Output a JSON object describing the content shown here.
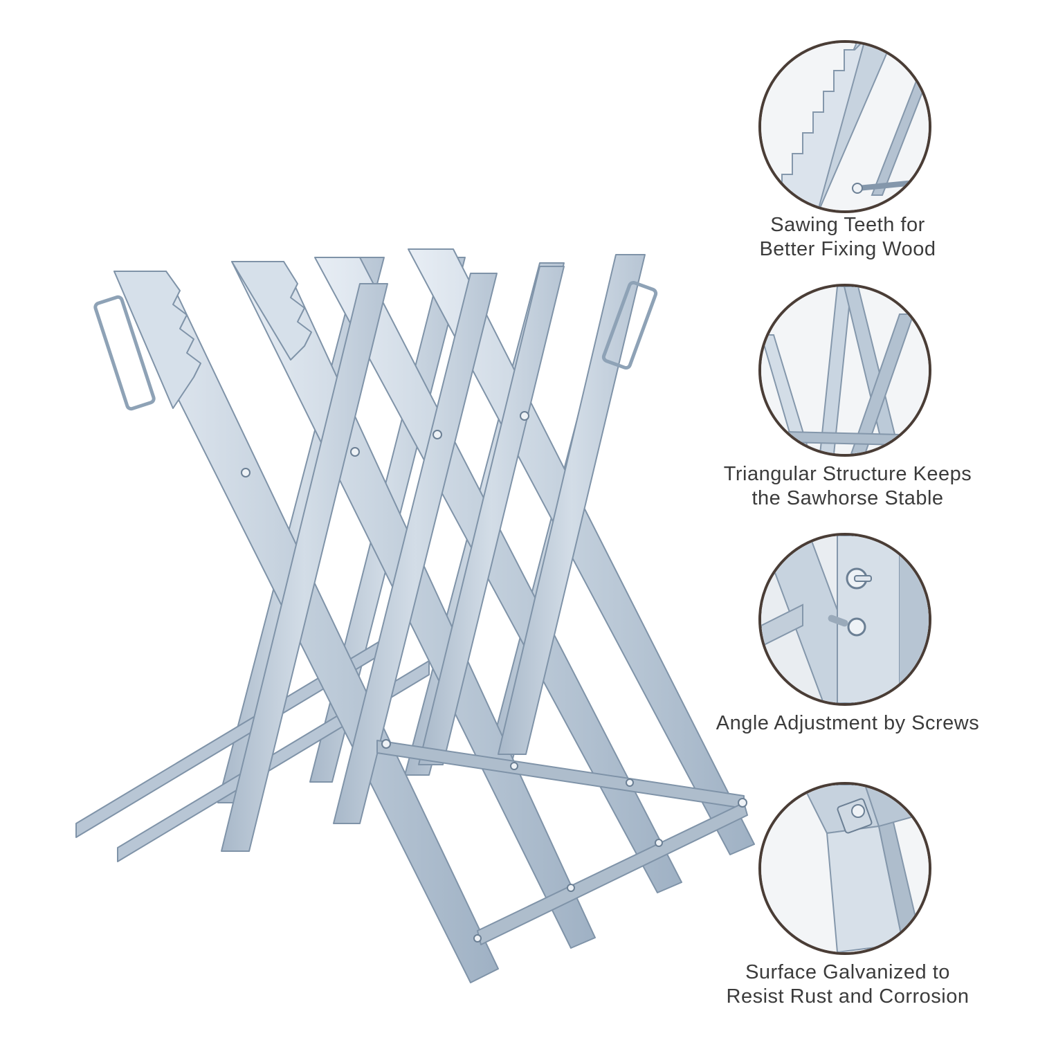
{
  "product": {
    "icon": "galvanized-steel-sawhorse-pair"
  },
  "colors": {
    "border": "#4a3d36",
    "steel": "#c3cfdc",
    "text": "#3b3b3b",
    "background": "#ffffff"
  },
  "features": [
    {
      "icon": "sawing-teeth-closeup",
      "line1": "Sawing Teeth for",
      "line2": "Better Fixing Wood"
    },
    {
      "icon": "triangular-structure-closeup",
      "line1": "Triangular Structure Keeps",
      "line2": "the Sawhorse Stable"
    },
    {
      "icon": "adjustment-screws-closeup",
      "line1": "Angle Adjustment by Screws",
      "line2": ""
    },
    {
      "icon": "galvanized-surface-closeup",
      "line1": "Surface Galvanized to",
      "line2": "Resist Rust and Corrosion"
    }
  ]
}
